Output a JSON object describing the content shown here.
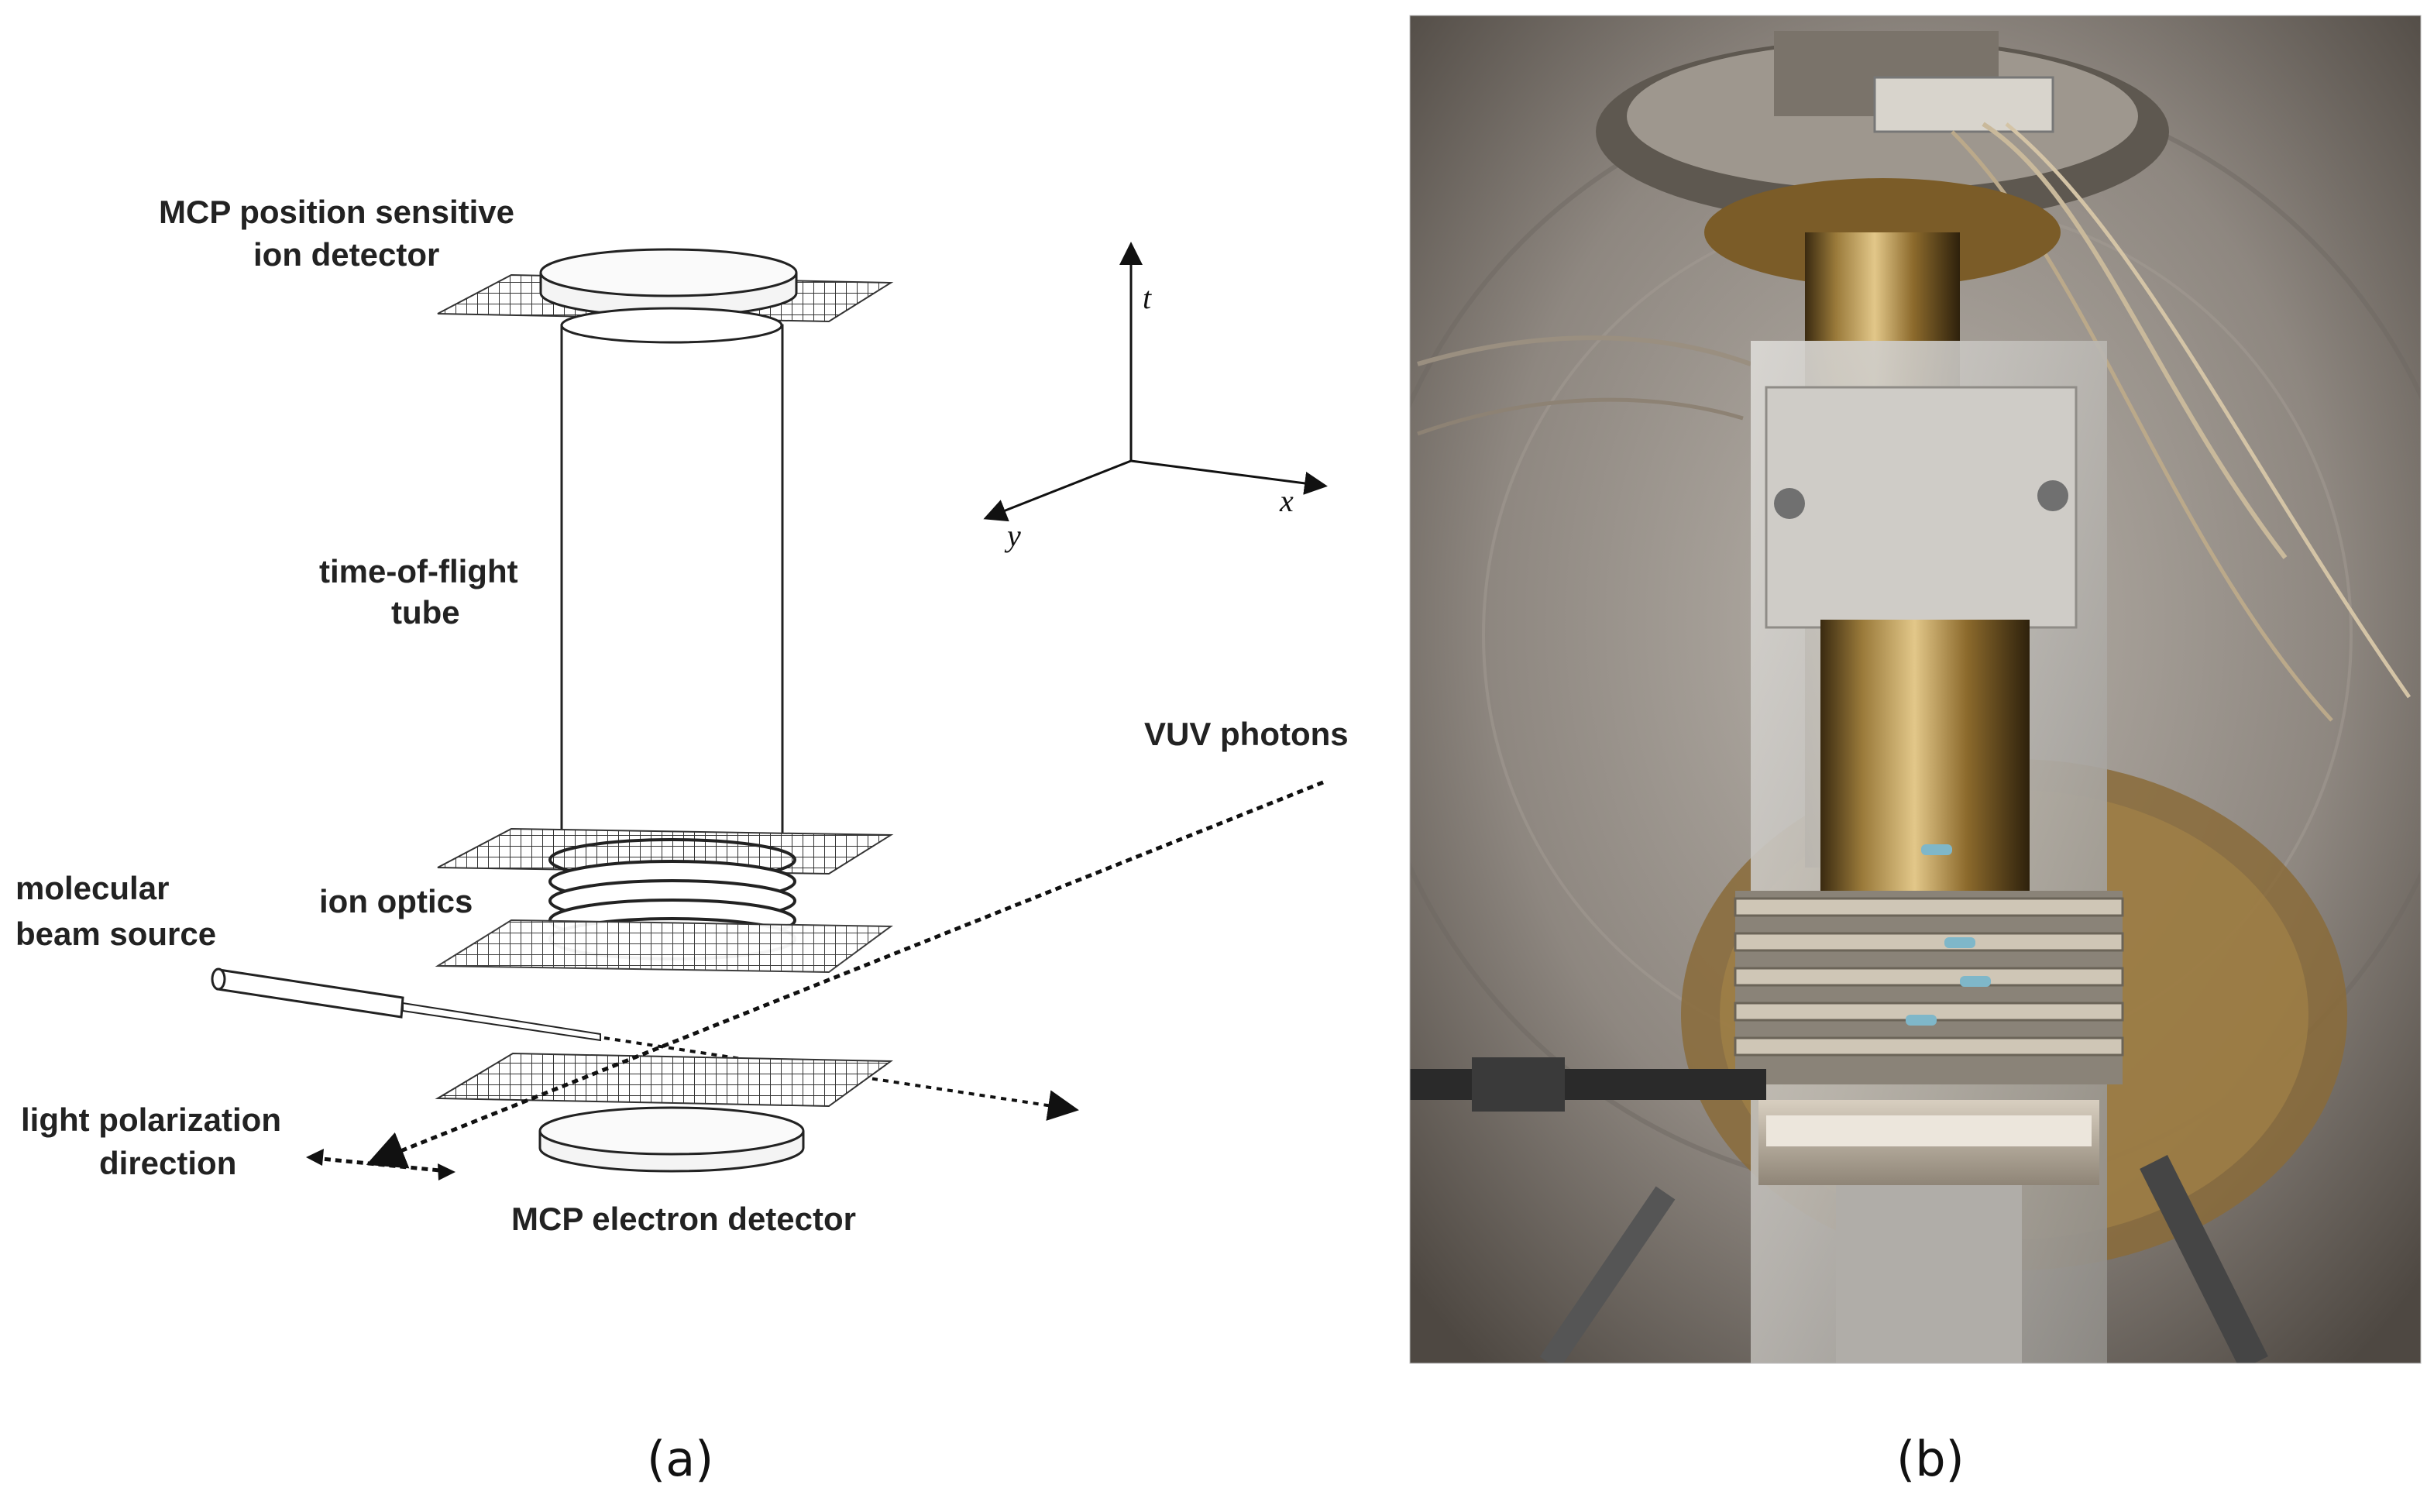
{
  "panel_a": {
    "labels": {
      "ion_detector_line1": "MCP position sensitive",
      "ion_detector_line2": "ion detector",
      "tof_line1": "time-of-flight",
      "tof_line2": "tube",
      "vuv": "VUV photons",
      "molecular_line1": "molecular",
      "molecular_line2": "beam source",
      "ion_optics": "ion optics",
      "polarization_line1": "light polarization",
      "polarization_line2": "direction",
      "electron_detector": "MCP electron detector"
    },
    "axes": {
      "t": "t",
      "x": "x",
      "y": "y"
    },
    "caption": "(a)"
  },
  "panel_b": {
    "caption": "(b)"
  }
}
